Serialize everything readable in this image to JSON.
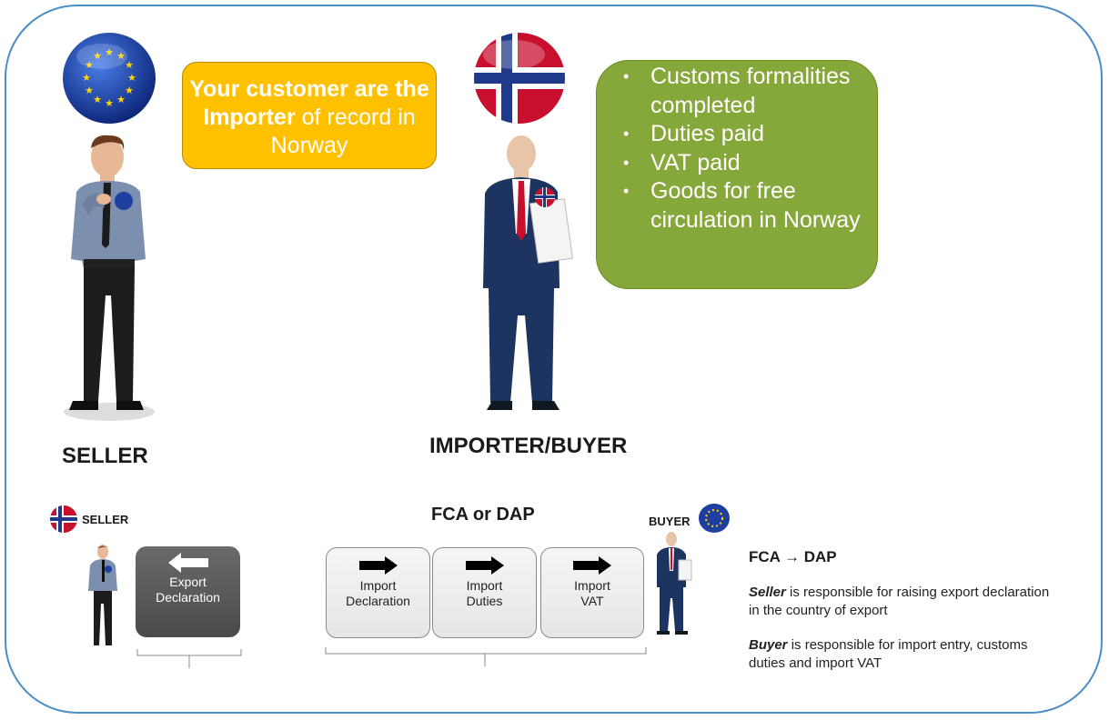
{
  "callout_importer": {
    "bold_text": "Your customer are the Importer",
    "rest_text": " of record in Norway"
  },
  "status_bullets": [
    "Customs formalities completed",
    "Duties paid",
    "VAT paid",
    "Goods for free circulation in Norway"
  ],
  "labels": {
    "seller": "SELLER",
    "importer_buyer": "IMPORTER/BUYER"
  },
  "flow": {
    "seller_label": "SELLER",
    "buyer_label": "BUYER",
    "title": "FCA or DAP",
    "export_box": "Export Declaration",
    "import_boxes": [
      "Import Declaration",
      "Import Duties",
      "Import VAT"
    ]
  },
  "terms": {
    "heading": "FCA → DAP",
    "seller_role": "Seller",
    "seller_text": " is responsible for raising export declaration in the country of export",
    "buyer_role": "Buyer",
    "buyer_text": " is responsible for import entry, customs duties and import VAT"
  },
  "colors": {
    "frame": "#4a8dc8",
    "orange_callout": "#ffc000",
    "green_callout": "#86a73a",
    "export_box": "#555555",
    "eu_blue": "#1f3fa0",
    "norway_red": "#c8102e"
  },
  "icons": [
    "eu-flag-icon",
    "norway-flag-icon",
    "seller-figure-icon",
    "buyer-figure-icon",
    "arrow-left-icon",
    "arrow-right-icon"
  ]
}
